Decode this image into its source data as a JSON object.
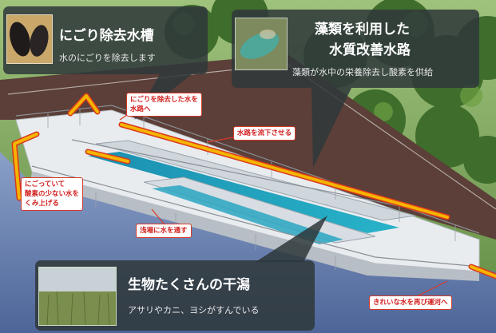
{
  "callouts": {
    "turbid_tank": {
      "title": "にごり除去水槽",
      "desc": "水のにごりを除去します"
    },
    "algae_channel": {
      "title_line1": "藻類を利用した",
      "title_line2": "水質改善水路",
      "desc": "藻類が水中の栄養除去し酸素を供給"
    },
    "tidal_flat": {
      "title": "生物たくさんの干潟",
      "desc": "アサリやカニ、ヨシがすんでいる"
    }
  },
  "labels": {
    "pump_up_line1": "にごっていて",
    "pump_up_line2": "酸素の少ない水を",
    "pump_up_line3": "くみ上げる",
    "send_to_channel_line1": "にごりを除去した水を",
    "send_to_channel_line2": "水路へ",
    "flow_down": "水路を流下させる",
    "to_shallows": "浅場に水を通す",
    "return_clean": "きれいな水を再び運河へ"
  },
  "colors": {
    "callout_bg": "#2e383a",
    "label_text": "#d21f1f",
    "flow_arrow": "#f5b400",
    "canal": "#6d87b7",
    "channel_water": "#1fa3bf"
  }
}
